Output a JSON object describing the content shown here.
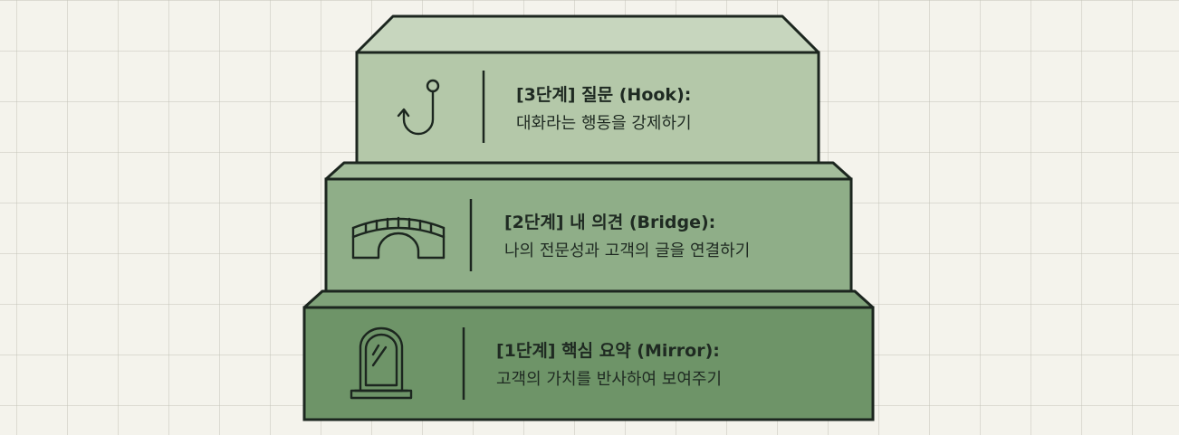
{
  "steps": [
    {
      "level": 3,
      "title": "[3단계] 질문 (Hook):",
      "description": "대화라는 행동을 강제하기",
      "icon": "hook-icon",
      "color": "#b4c8a9",
      "top_color": "#c7d6be"
    },
    {
      "level": 2,
      "title": "[2단계] 내 의견 (Bridge):",
      "description": "나의 전문성과 고객의 글을 연결하기",
      "icon": "bridge-icon",
      "color": "#8fae88",
      "top_color": "#a3bd9b"
    },
    {
      "level": 1,
      "title": "[1단계] 핵심 요약 (Mirror):",
      "description": "고객의 가치를 반사하여 보여주기",
      "icon": "mirror-icon",
      "color": "#6e9468",
      "top_color": "#7fa279"
    }
  ],
  "outline_color": "#1c261f"
}
